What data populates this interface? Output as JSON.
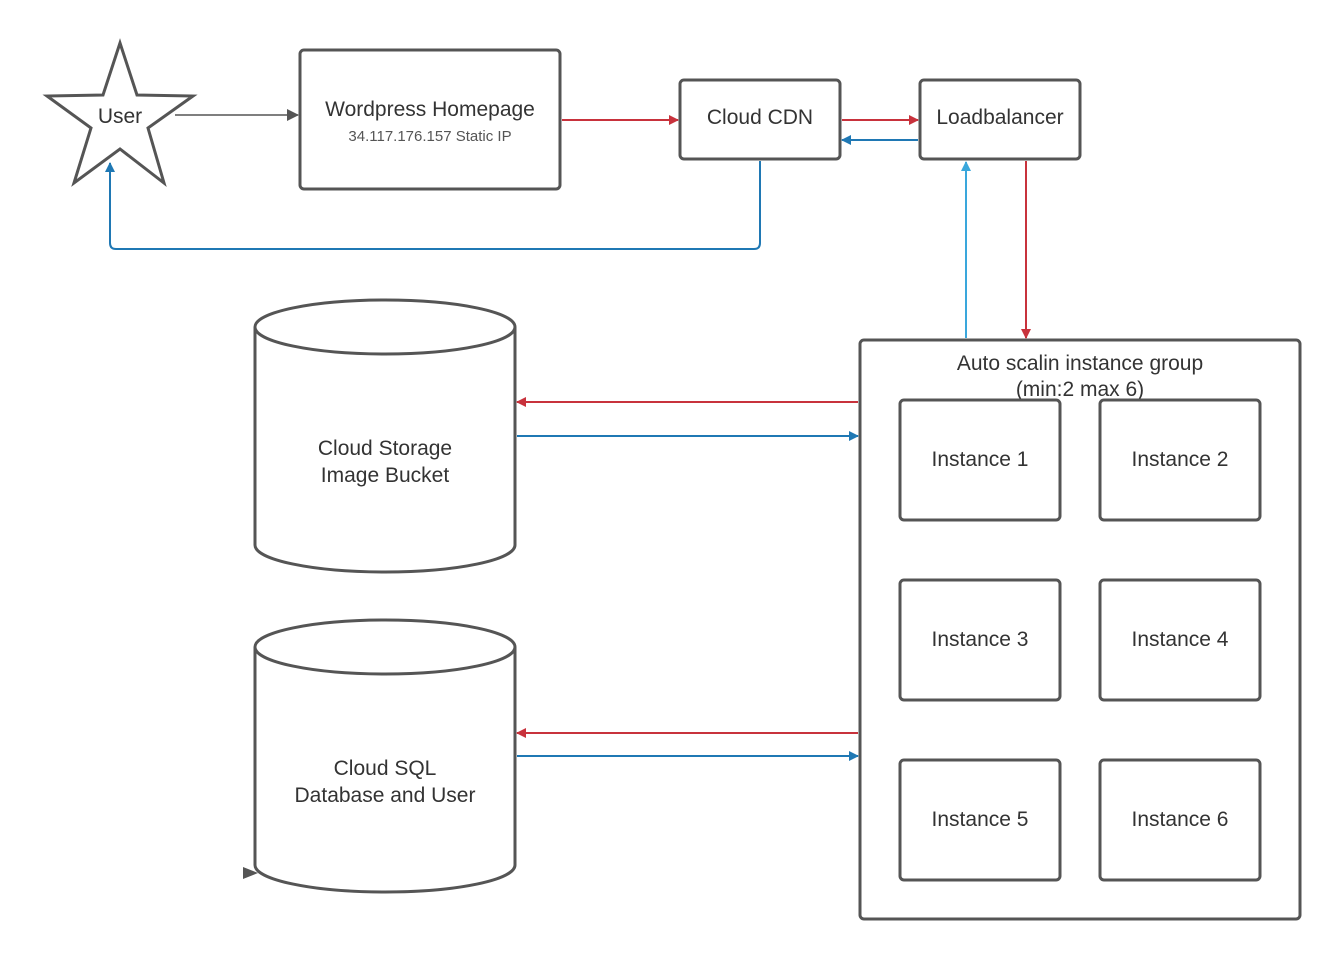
{
  "diagram": {
    "user": {
      "label": "User"
    },
    "wordpress": {
      "title": "Wordpress Homepage",
      "subtitle": "34.117.176.157 Static IP"
    },
    "cdn": {
      "label": "Cloud CDN"
    },
    "loadbalancer": {
      "label": "Loadbalancer"
    },
    "storage": {
      "line1": "Cloud Storage",
      "line2": "Image Bucket"
    },
    "sql": {
      "line1": "Cloud SQL",
      "line2": "Database and User"
    },
    "group": {
      "title": "Auto scalin instance group",
      "subtitle": "(min:2 max 6)"
    },
    "instances": [
      "Instance 1",
      "Instance 2",
      "Instance 3",
      "Instance 4",
      "Instance 5",
      "Instance 6"
    ]
  },
  "colors": {
    "stroke": "#555555",
    "text": "#333333",
    "request_arrow": "#c8323c",
    "response_arrow": "#1f78b4",
    "response_arrow_light": "#3aa7dc"
  }
}
